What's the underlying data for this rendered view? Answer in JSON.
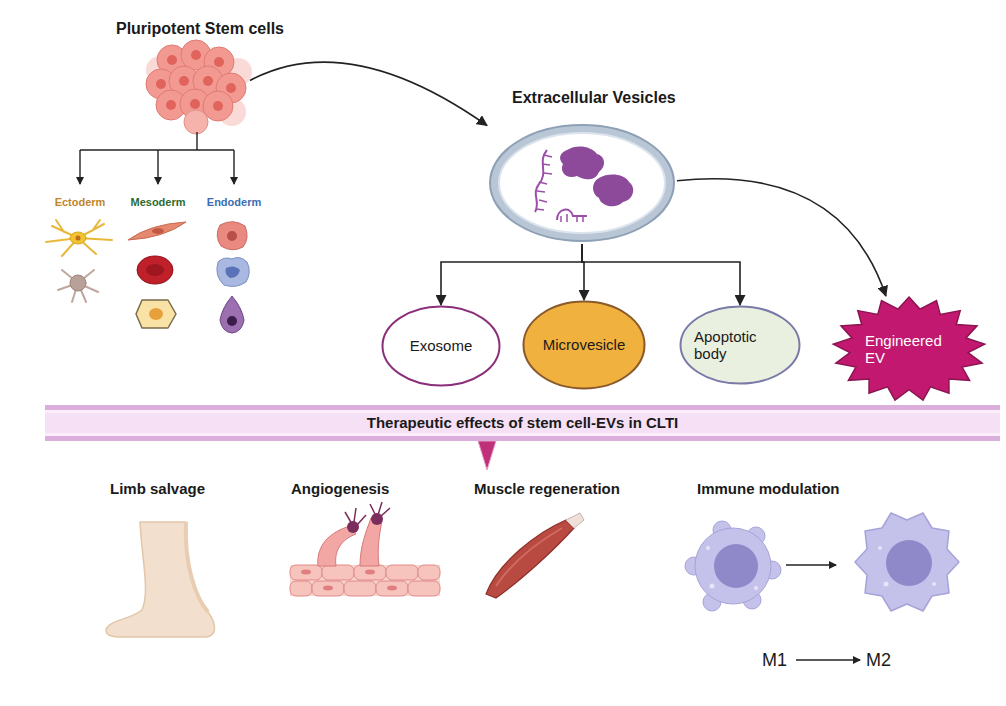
{
  "diagram": {
    "nodes": [
      {
        "text": [
          "Pluripotent Stem cells"
        ]
      },
      {
        "text": [
          "Extracellular Vesicles"
        ]
      },
      {
        "text": [
          "Exosome"
        ]
      },
      {
        "text": [
          "Microvesicle"
        ]
      },
      {
        "text": [
          "Apoptotic body"
        ]
      },
      {
        "text": [
          "Engineered EV"
        ]
      },
      {
        "text": [
          "Therapeutic effects of stem cell-EVs in CLTI"
        ]
      }
    ],
    "edges": [
      {
        "from": 0,
        "to": 1,
        "arrow": "to"
      },
      {
        "from": 1,
        "to": 2,
        "arrow": "to"
      },
      {
        "from": 1,
        "to": 3,
        "arrow": "to"
      },
      {
        "from": 1,
        "to": 4,
        "arrow": "to"
      },
      {
        "from": 1,
        "to": 5,
        "arrow": "to"
      }
    ],
    "labels": [
      "Ectoderm",
      "Mesoderm",
      "Endoderm",
      "Limb salvage",
      "Angiogenesis",
      "Muscle regeneration",
      "Immune modulation",
      "M1",
      "M2"
    ]
  }
}
